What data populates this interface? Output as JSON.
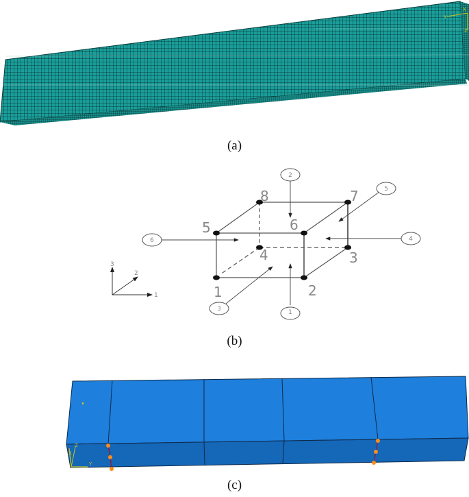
{
  "figure": {
    "panels": [
      {
        "id": "a",
        "caption": "(a)",
        "description": "Meshed 3D beam model (finite element mesh)",
        "colors": {
          "mesh_fill": "#1a9e9a",
          "mesh_lines": "#0b3f3d"
        },
        "triad": {
          "labels": [
            "Y",
            "X",
            "Z"
          ],
          "color": "#c8c820"
        }
      },
      {
        "id": "b",
        "caption": "(b)",
        "description": "8-node hexahedral brick element with node and face numbering",
        "nodes": [
          "1",
          "2",
          "3",
          "4",
          "5",
          "6",
          "7",
          "8"
        ],
        "faces": [
          "1",
          "2",
          "3",
          "4",
          "5",
          "6"
        ],
        "axes": {
          "labels": [
            "1",
            "2",
            "3"
          ]
        }
      },
      {
        "id": "c",
        "caption": "(c)",
        "description": "Partitioned beam geometry with boundary condition points",
        "colors": {
          "top_face": "#1e7fdc",
          "front_face": "#1567b8",
          "bc_points": "#ff8c1a",
          "bc_line": "#a01030"
        },
        "triad": {
          "labels": [
            "Z",
            "X",
            "Y"
          ],
          "color": "#c8c820"
        }
      }
    ]
  }
}
